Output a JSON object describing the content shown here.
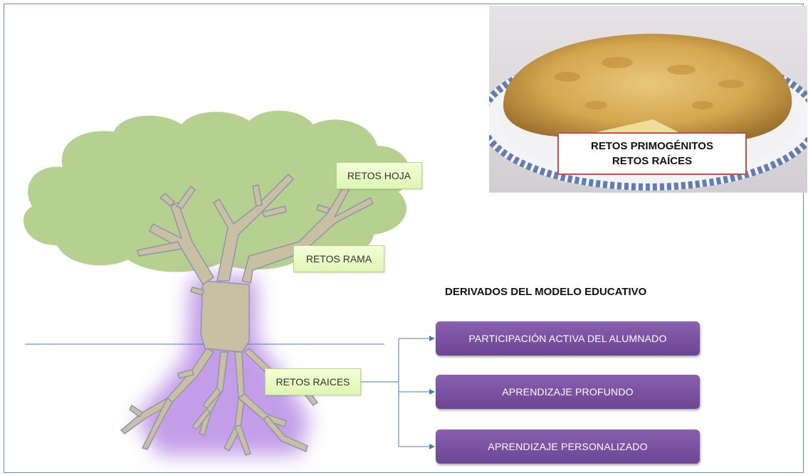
{
  "tree_labels": {
    "hoja": "RETOS HOJA",
    "rama": "RETOS RAMA",
    "raices": "RETOS RAICES"
  },
  "photo": {
    "caption_line1": "RETOS PRIMOGÉNITOS",
    "caption_line2": "RETOS RAÍCES"
  },
  "derivados": {
    "title": "DERIVADOS DEL MODELO EDUCATIVO",
    "items": [
      "PARTICIPACIÓN ACTIVA DEL ALUMNADO",
      "APRENDIZAJE PROFUNDO",
      "APRENDIZAJE PERSONALIZADO"
    ]
  },
  "colors": {
    "canopy": "#b5d08f",
    "trunk": "#c9bfa2",
    "trunk_stroke": "#8f94b0",
    "glow": "#b07de0",
    "connector": "#4a7fb5",
    "purple_box": "#7b52a3",
    "label_box": "#e6f8c4",
    "caption_border": "#c0504d"
  }
}
